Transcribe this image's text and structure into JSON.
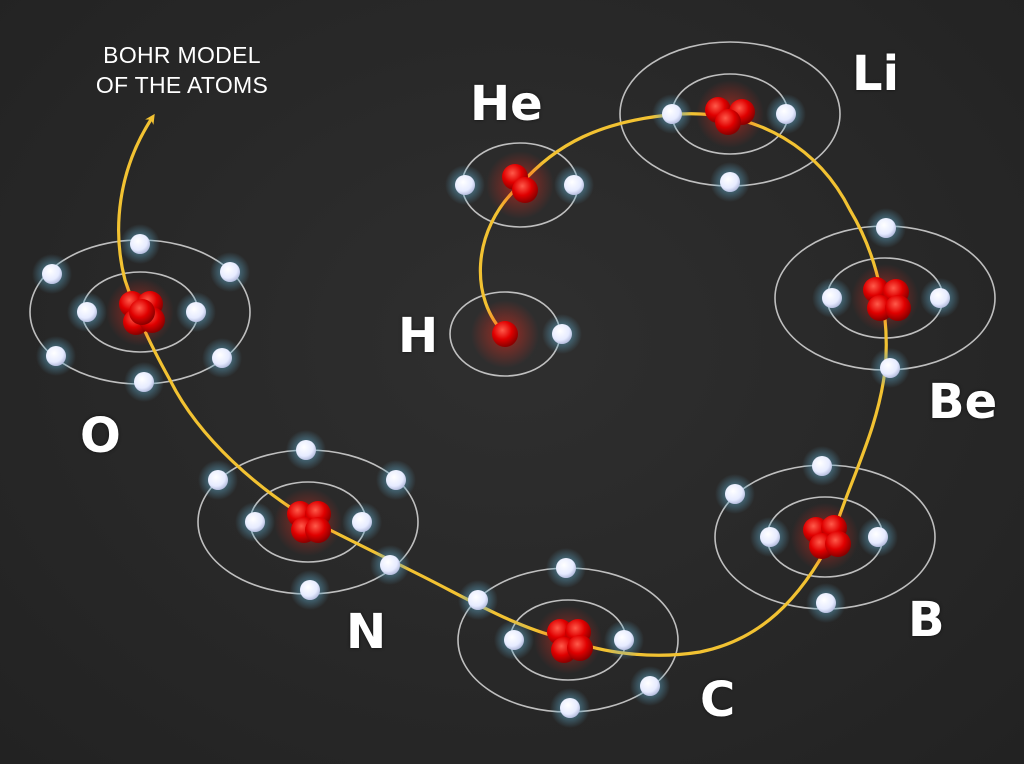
{
  "title": {
    "line1": "BOHR MODEL",
    "line2": "OF THE ATOMS"
  },
  "colors": {
    "background": "#2a2a2a",
    "path": "#f2c232",
    "orbit": "#d9d9d9",
    "nucleus": "#e00000",
    "electron": "#e8ecff",
    "electron_glow": "#5fa8c8",
    "label": "#ffffff"
  },
  "atoms": [
    {
      "symbol": "H",
      "electrons": 1,
      "shells": [
        1
      ]
    },
    {
      "symbol": "He",
      "electrons": 2,
      "shells": [
        2
      ]
    },
    {
      "symbol": "Li",
      "electrons": 3,
      "shells": [
        2,
        1
      ]
    },
    {
      "symbol": "Be",
      "electrons": 4,
      "shells": [
        2,
        2
      ]
    },
    {
      "symbol": "B",
      "electrons": 5,
      "shells": [
        2,
        3
      ]
    },
    {
      "symbol": "C",
      "electrons": 6,
      "shells": [
        2,
        4
      ]
    },
    {
      "symbol": "N",
      "electrons": 7,
      "shells": [
        2,
        5
      ]
    },
    {
      "symbol": "O",
      "electrons": 8,
      "shells": [
        2,
        6
      ]
    }
  ]
}
